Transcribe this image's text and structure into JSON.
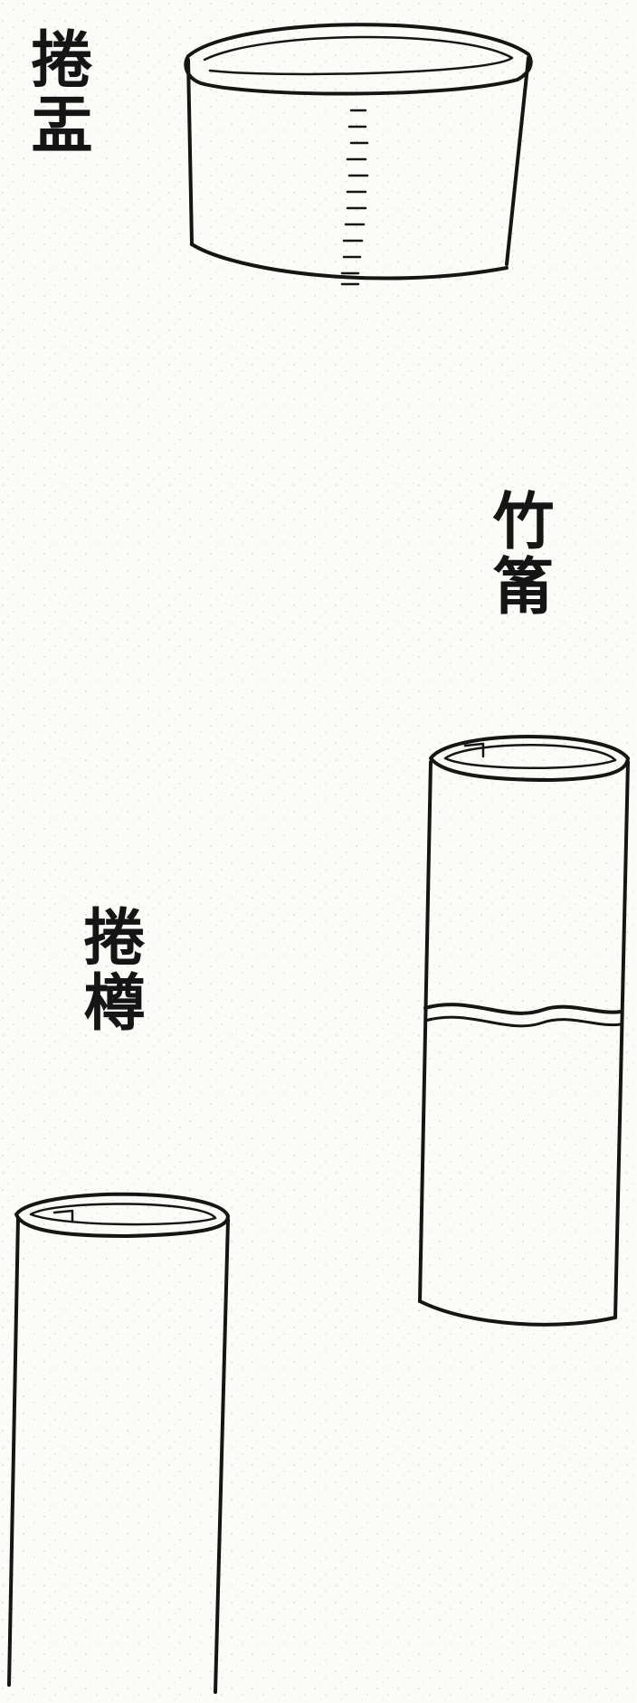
{
  "labels": {
    "bowl": "捲盂",
    "bamboo_tube": "竹筩",
    "cup": "捲樽"
  },
  "colors": {
    "paper": "#fbfbf8",
    "ink": "#151515"
  }
}
